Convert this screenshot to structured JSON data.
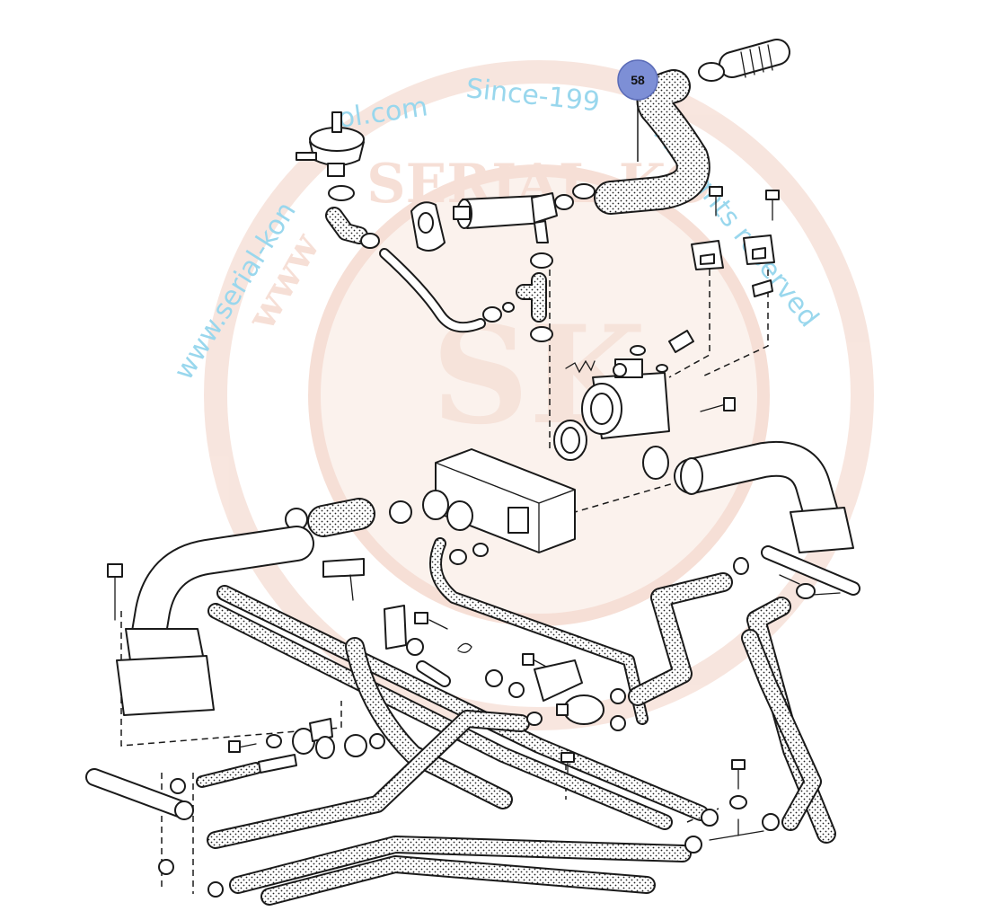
{
  "diagram": {
    "callouts": [
      {
        "label": "58"
      }
    ]
  },
  "watermark": {
    "line_left": "www.serial-kon",
    "line_middle": "ol.com",
    "line_since": "Since-199",
    "line_rights": "All rights reserved",
    "stamp": "SERIAL-KO",
    "stamp_inner": "www"
  },
  "colors": {
    "callout_fill": "#7d8fd6",
    "watermark_text": "#8fd3ec",
    "watermark_stamp": "#f6dcd2",
    "hose_dots": "#ffffff",
    "ink": "#1a1a1a"
  }
}
